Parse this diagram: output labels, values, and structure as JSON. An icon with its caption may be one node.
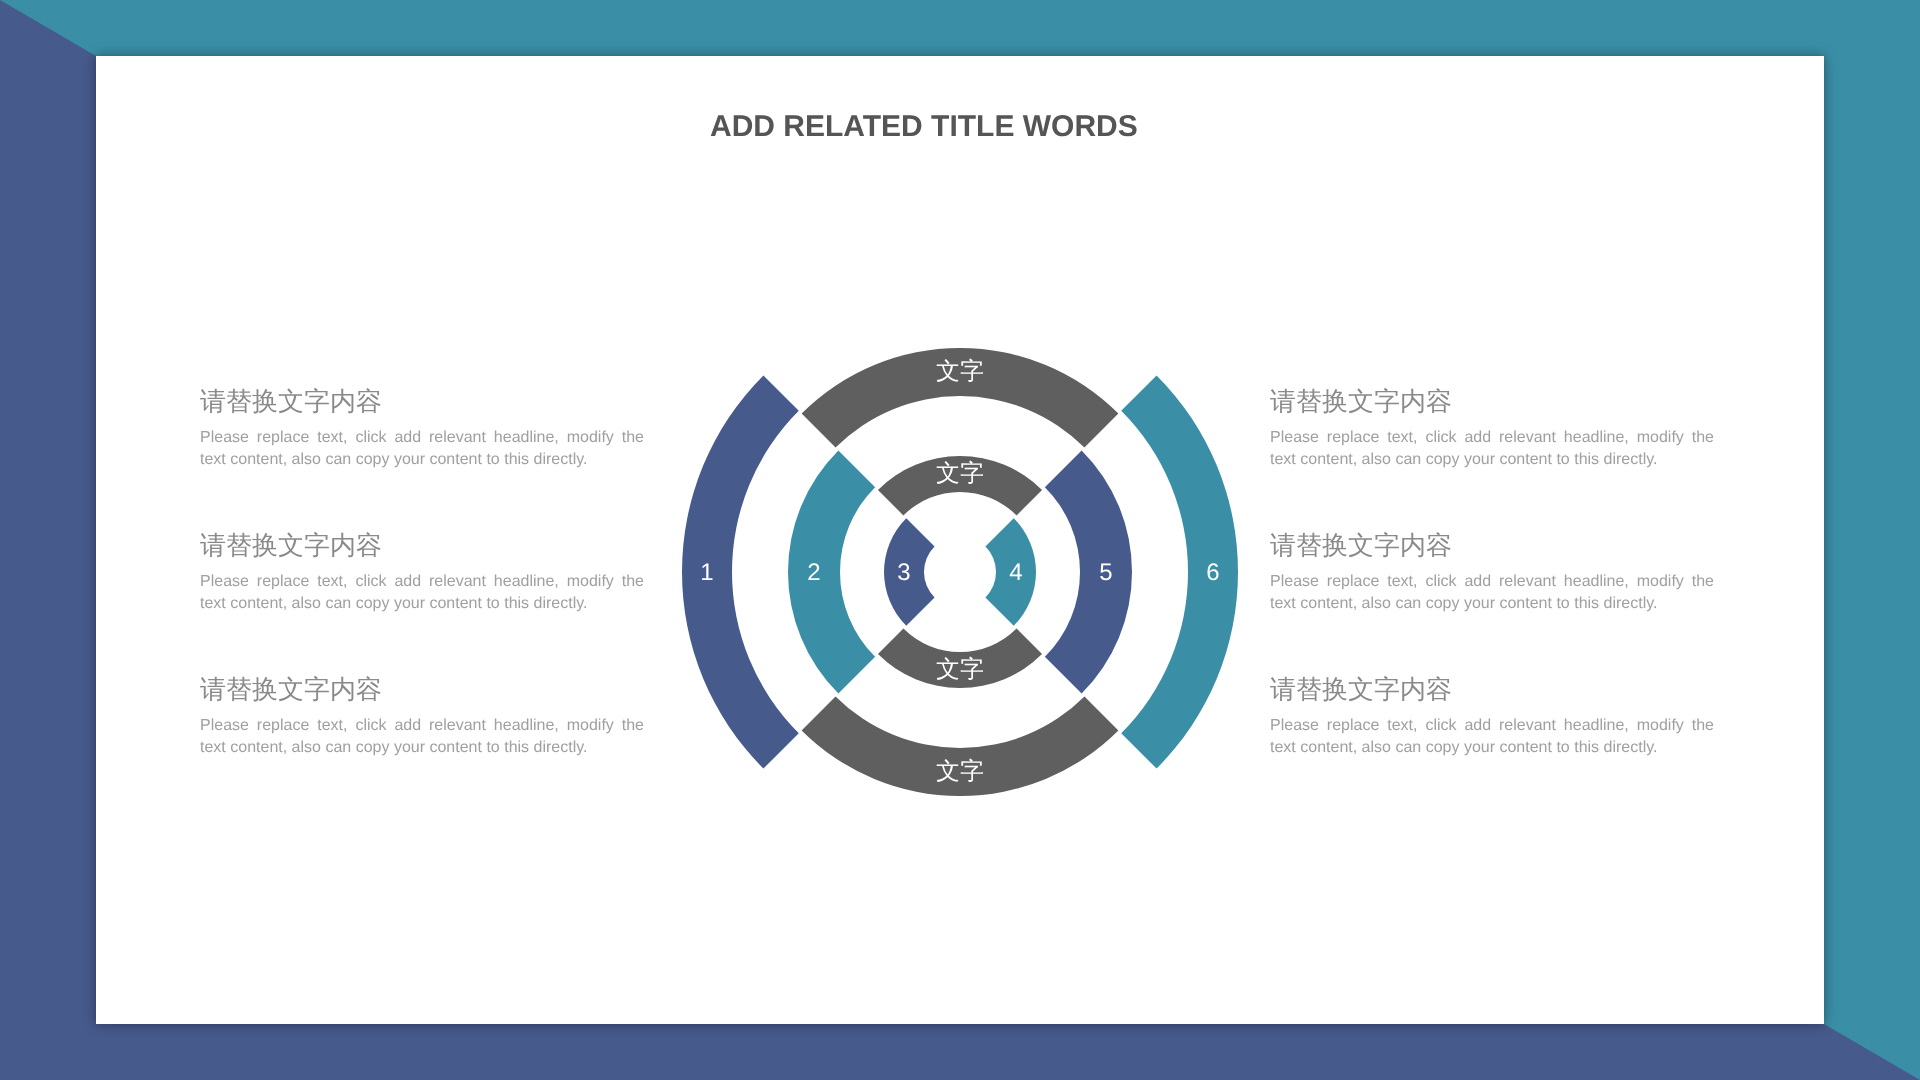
{
  "diagram": {
    "title": "ADD RELATED TITLE WORDS",
    "nodes": [
      {
        "text": [
          "文字"
        ]
      },
      {
        "text": [
          "文字"
        ]
      },
      {
        "text": [
          "1"
        ]
      },
      {
        "text": [
          "2"
        ]
      },
      {
        "text": [
          "3"
        ]
      },
      {
        "text": [
          "4"
        ]
      },
      {
        "text": [
          "5"
        ]
      },
      {
        "text": [
          "6"
        ]
      },
      {
        "text": [
          "文字"
        ]
      },
      {
        "text": [
          "文字"
        ]
      }
    ],
    "labels": [
      "请替换文字内容",
      "Please replace text, click add relevant headline, modify the text content, also can copy your content to this directly.",
      "请替换文字内容",
      "Please replace text, click add relevant headline, modify the text content, also can copy your content to this directly.",
      "请替换文字内容",
      "Please replace text, click add relevant headline, modify the text content, also can copy your content to this directly.",
      "请替换文字内容",
      "Please replace text, click add relevant headline, modify the text content, also can copy your content to this directly.",
      "请替换文字内容",
      "Please replace text, click add relevant headline, modify the text content, also can copy your content to this directly.",
      "请替换文字内容",
      "Please replace text, click add relevant headline, modify the text content, also can copy your content to this directly."
    ]
  }
}
